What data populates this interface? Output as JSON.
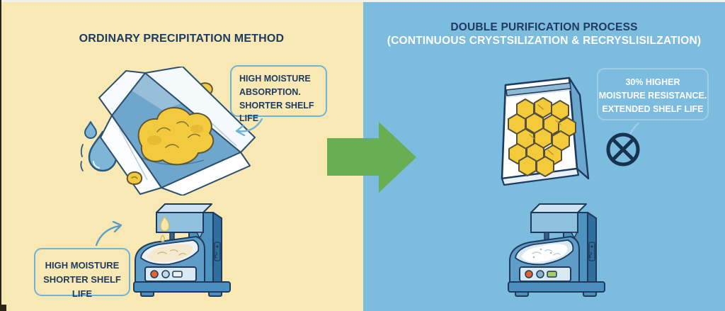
{
  "meta": {
    "kind": "process-comparison-infographic"
  },
  "left_panel": {
    "title": "ORDINARY PRECIPITATION METHOD",
    "callout_top": {
      "line1": "HIGH MOISTURE",
      "line2": "ABSORPTION.",
      "line3": "SHORTER SHELF LIFE"
    },
    "callout_bottom": {
      "line1": "HIGH MOISTURE",
      "line2": "SHORTER SHELF LIFE"
    },
    "icons": {
      "water_drop": "water-droplet",
      "packet": "open-paper-wrap-with-yellow-crystals",
      "machine": "mixer-machine-with-yellow-mass"
    }
  },
  "right_panel": {
    "title_line1": "DOUBLE PURIFICATION PROCESS",
    "title_line2": "(CONTINUOUS CRYSTSILIZATION & RECRYSLISILZATION)",
    "callout": {
      "line1": "30% HIGHER",
      "line2": "MOISTURE RESISTANCE.",
      "line3": "EXTENDED SHELF LIFE"
    },
    "icons": {
      "no_moisture": "crossed-circle",
      "pouch": "sealed-pouch-with-hexagonal-crystals",
      "machine": "mixer-machine-with-white-mass"
    }
  },
  "transition": {
    "icon": "green-right-arrow"
  },
  "colors": {
    "left_bg": "#f8e8b4",
    "right_bg": "#7cbcdf",
    "arrow_green": "#68ae52",
    "title_navy": "#1e3a5f",
    "callout_border_left": "#6fb3d6",
    "callout_border_right": "#9ecde8",
    "crystal_yellow": "#f2ca3e",
    "machine_blue": "#4e92c0",
    "outline_navy": "#1e3a5c"
  }
}
